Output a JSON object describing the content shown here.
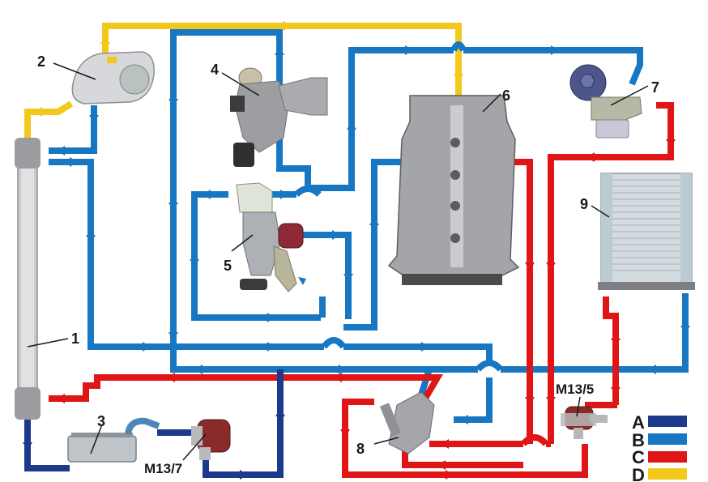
{
  "colors": {
    "A": "#1c3a8c",
    "B": "#1877c2",
    "C": "#e01515",
    "D": "#f3c81c",
    "background": "#ffffff",
    "label": "#1a1a1a"
  },
  "legend": {
    "items": [
      {
        "key": "A",
        "label": "A",
        "color": "#1c3a8c"
      },
      {
        "key": "B",
        "label": "B",
        "color": "#1877c2"
      },
      {
        "key": "C",
        "label": "C",
        "color": "#e01515"
      },
      {
        "key": "D",
        "label": "D",
        "color": "#f3c81c"
      }
    ]
  },
  "components": {
    "radiator": {
      "label": "1"
    },
    "expansion_tank": {
      "label": "2"
    },
    "oil_cooler_small": {
      "label": "3"
    },
    "turbocharger": {
      "label": "4"
    },
    "water_pump": {
      "label": "5"
    },
    "engine": {
      "label": "6"
    },
    "oil_filter": {
      "label": "7"
    },
    "thermostat": {
      "label": "8"
    },
    "heater_core": {
      "label": "9"
    },
    "aux_pump_m13_7": {
      "label": "M13/7"
    },
    "aux_pump_m13_5": {
      "label": "M13/5"
    }
  }
}
